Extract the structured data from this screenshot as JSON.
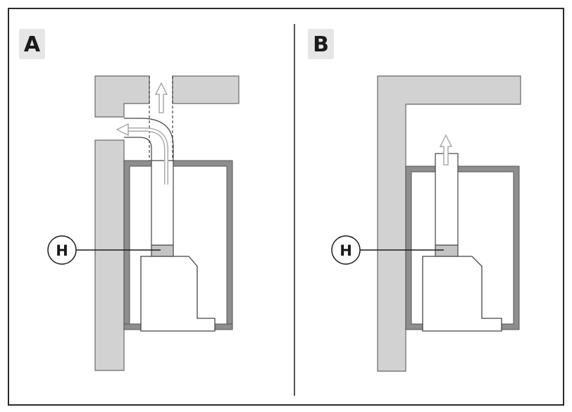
{
  "panels": [
    {
      "id": "A",
      "label": "A"
    },
    {
      "id": "B",
      "label": "B"
    }
  ],
  "marker": {
    "label": "H"
  },
  "colors": {
    "frame": "#2a2a2a",
    "wall_fill": "#d2d2d2",
    "wall_stroke": "#7a7a7a",
    "cabin": "#8e8e8e",
    "arrow": "#aaaaaa",
    "badge": "#e6e6e6",
    "line": "#1a1a1a"
  }
}
